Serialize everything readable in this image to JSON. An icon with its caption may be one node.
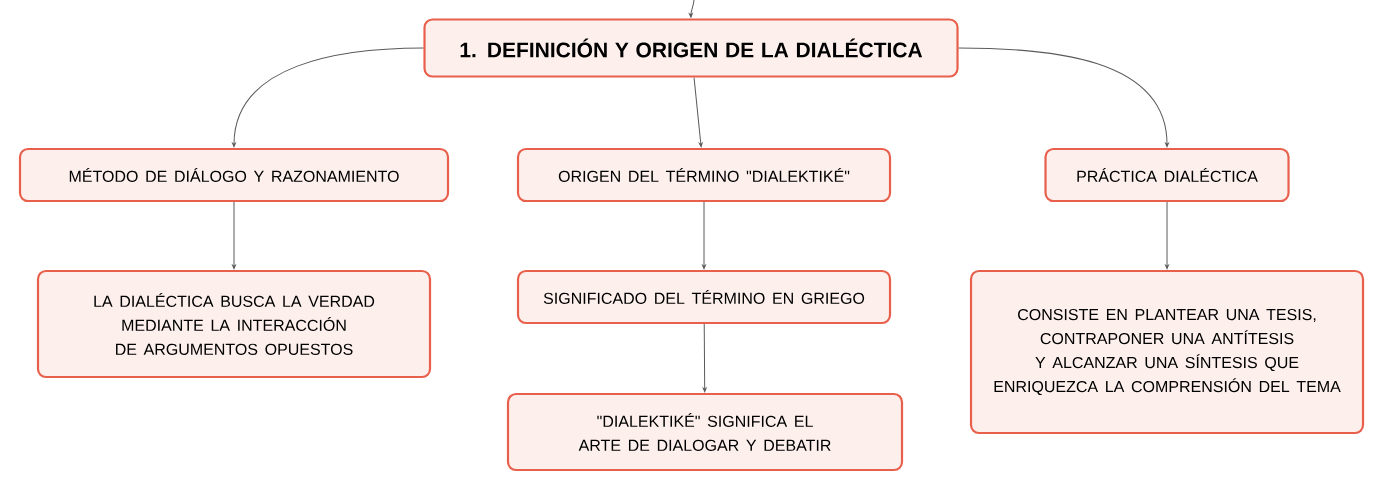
{
  "diagram": {
    "nodes": [
      {
        "text": [
          "1. DEFINICIÓN Y ORIGEN DE LA DIALÉCTICA"
        ]
      },
      {
        "text": [
          "MÉTODO DE DIÁLOGO Y RAZONAMIENTO"
        ]
      },
      {
        "text": [
          "ORIGEN DEL TÉRMINO \"DIALEKTIKÉ\""
        ]
      },
      {
        "text": [
          "PRÁCTICA DIALÉCTICA"
        ]
      },
      {
        "text": [
          "LA DIALÉCTICA BUSCA LA VERDAD MEDIANTE LA INTERACCIÓN DE ARGUMENTOS OPUESTOS"
        ]
      },
      {
        "text": [
          "SIGNIFICADO DEL TÉRMINO EN GRIEGO"
        ]
      },
      {
        "text": [
          "\"DIALEKTIKÉ\" SIGNIFICA EL ARTE DE DIALOGAR Y DEBATIR"
        ]
      },
      {
        "text": [
          "CONSISTE EN PLANTEAR UNA TESIS, CONTRAPONER UNA ANTÍTESIS Y ALCANZAR UNA SÍNTESIS QUE ENRIQUEZCA LA COMPRENSIÓN DEL TEMA"
        ]
      }
    ],
    "edges": [
      {
        "from": null,
        "to": 0,
        "arrow": "to"
      },
      {
        "from": 0,
        "to": 1,
        "arrow": "to"
      },
      {
        "from": 0,
        "to": 2,
        "arrow": "to"
      },
      {
        "from": 0,
        "to": 3,
        "arrow": "to"
      },
      {
        "from": 1,
        "to": 4,
        "arrow": "to"
      },
      {
        "from": 2,
        "to": 5,
        "arrow": "to"
      },
      {
        "from": 5,
        "to": 6,
        "arrow": "to"
      },
      {
        "from": 3,
        "to": 7,
        "arrow": "to"
      }
    ]
  }
}
